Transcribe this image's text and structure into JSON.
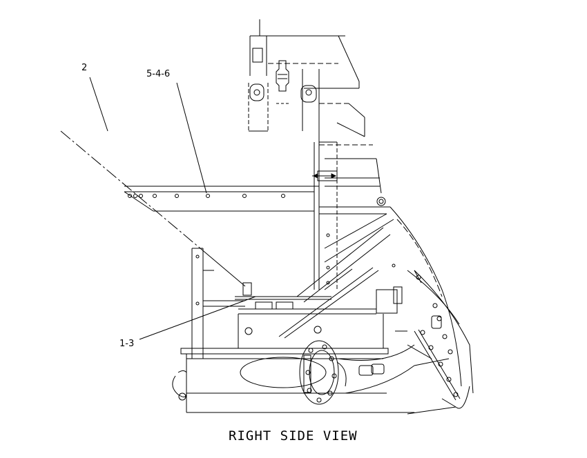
{
  "callouts": {
    "part_2": "2",
    "part_5_4_6": "5-4-6",
    "part_1_3": "1-3"
  },
  "view_title": "RIGHT SIDE VIEW",
  "colors": {
    "line": "#000000",
    "background": "#ffffff"
  }
}
